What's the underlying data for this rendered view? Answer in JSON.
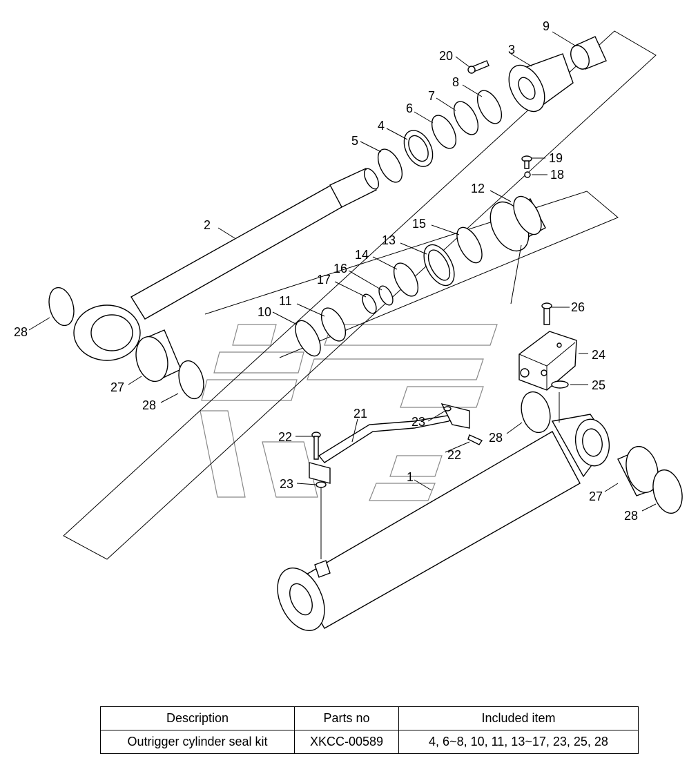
{
  "labels": {
    "p1": "1",
    "p2": "2",
    "p3": "3",
    "p4": "4",
    "p5": "5",
    "p6": "6",
    "p7": "7",
    "p8": "8",
    "p9": "9",
    "p10": "10",
    "p11": "11",
    "p12": "12",
    "p13": "13",
    "p14": "14",
    "p15": "15",
    "p16": "16",
    "p17": "17",
    "p18": "18",
    "p19": "19",
    "p20": "20",
    "p21": "21",
    "p22": "22",
    "p23": "23",
    "p24": "24",
    "p25": "25",
    "p26": "26",
    "p27": "27",
    "p28": "28"
  },
  "table": {
    "headers": [
      "Description",
      "Parts no",
      "Included item"
    ],
    "rows": [
      [
        "Outrigger cylinder seal kit",
        "XKCC-00589",
        "4, 6~8, 10, 11, 13~17, 23, 25, 28"
      ]
    ]
  }
}
